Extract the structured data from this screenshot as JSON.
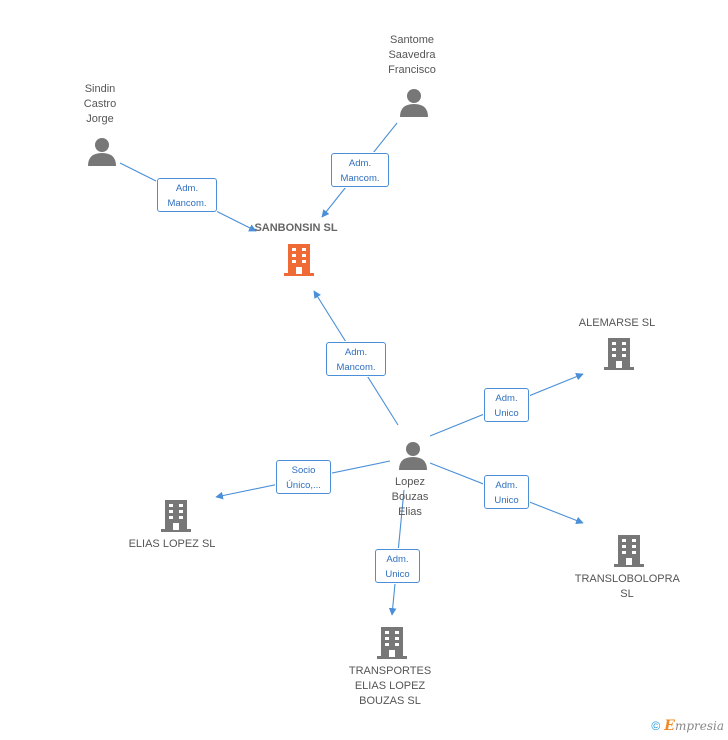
{
  "nodes": {
    "focal": {
      "name": "SANBONSIN SL",
      "type": "company",
      "color": "#f06a35"
    },
    "santome": {
      "name": "Santome\nSaavedra\nFrancisco",
      "type": "person"
    },
    "sindin": {
      "name": "Sindin\nCastro\nJorge",
      "type": "person"
    },
    "lopez": {
      "name": "Lopez\nBouzas\nElias",
      "type": "person"
    },
    "alemarse": {
      "name": "ALEMARSE SL",
      "type": "company"
    },
    "elias_lopez": {
      "name": "ELIAS LOPEZ  SL",
      "type": "company"
    },
    "translobolopra": {
      "name": "TRANSLOBOLOPRA SL",
      "type": "company"
    },
    "transportes": {
      "name": "TRANSPORTES\nELIAS LOPEZ\nBOUZAS SL",
      "type": "company"
    }
  },
  "relations": {
    "santome_focal": "Adm.\nMancom.",
    "sindin_focal": "Adm.\nMancom.",
    "lopez_focal": "Adm.\nMancom.",
    "lopez_alemarse": "Adm.\nUnico",
    "lopez_elias": "Socio\nÚnico,...",
    "lopez_translobolopra": "Adm.\nUnico",
    "lopez_transportes": "Adm.\nUnico"
  },
  "footer": {
    "copyright": "©",
    "brand_initial": "E",
    "brand_rest": "mpresia"
  },
  "colors": {
    "edge": "#4a8fd8",
    "icon_gray": "#777777",
    "focal_orange": "#f06a35"
  }
}
